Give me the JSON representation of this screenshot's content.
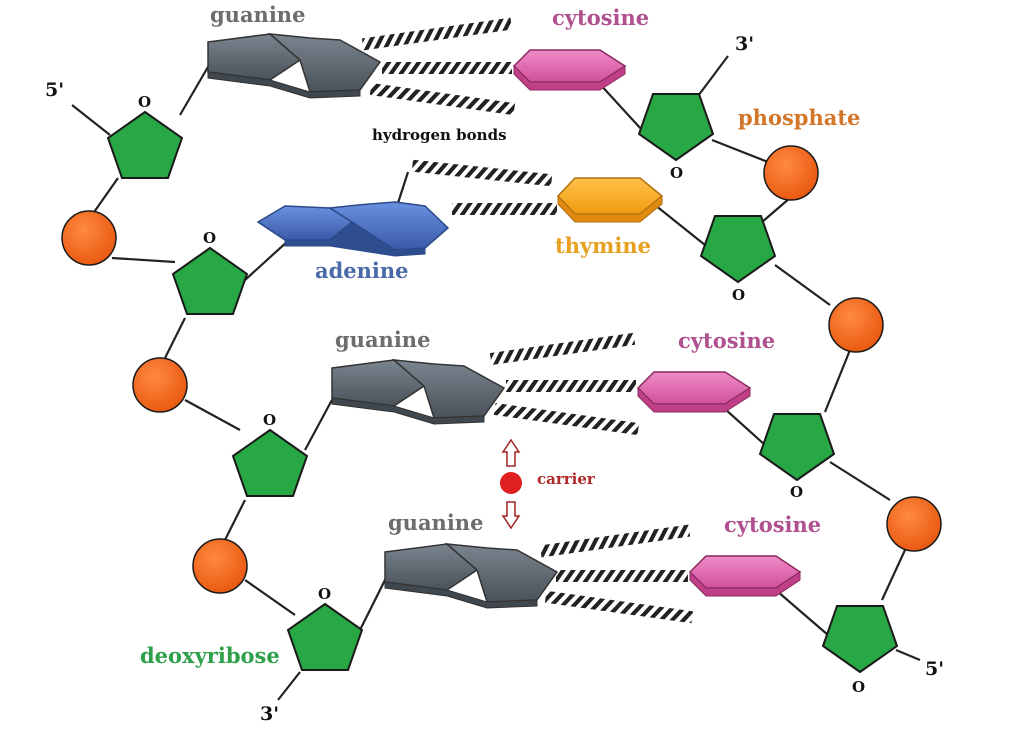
{
  "labels": {
    "guanine": "guanine",
    "cytosine": "cytosine",
    "adenine": "adenine",
    "thymine": "thymine",
    "phosphate": "phosphate",
    "deoxyribose": "deoxyribose",
    "hydrogen_bonds": "hydrogen bonds",
    "carrier": "carrier",
    "ring_oxygen": "O",
    "five_prime": "5'",
    "three_prime": "3'"
  },
  "colors": {
    "guanine": "#5c6670",
    "guanine_text": "#6d6d6d",
    "cytosine": "#e070b0",
    "cytosine_text": "#b0508e",
    "adenine": "#4a70c0",
    "adenine_text": "#4a6aa8",
    "thymine": "#f5a623",
    "thymine_text": "#e8a020",
    "phosphate": "#f0641e",
    "phosphate_text": "#d2762a",
    "deoxyribose": "#27a845",
    "deoxyribose_text": "#2ea04a",
    "carrier": "#e02020"
  }
}
